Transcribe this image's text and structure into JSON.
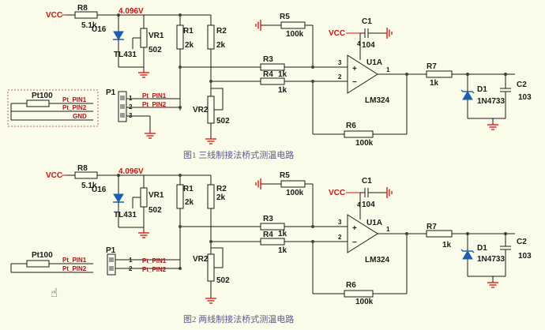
{
  "common": {
    "vcc": "VCC",
    "vref": "4.096V",
    "r8": {
      "ref": "R8",
      "val": "5.1k"
    },
    "u16": {
      "ref": "U16",
      "part": "TL431"
    },
    "vr1": {
      "ref": "VR1",
      "val": "502"
    },
    "r1": {
      "ref": "R1",
      "val": "2k"
    },
    "r2": {
      "ref": "R2",
      "val": "2k"
    },
    "vr2": {
      "ref": "VR2",
      "val": "502"
    },
    "r3": {
      "ref": "R3",
      "val": "1k"
    },
    "r4": {
      "ref": "R4",
      "val": "1k"
    },
    "r5": {
      "ref": "R5",
      "val": "100k"
    },
    "r6": {
      "ref": "R6",
      "val": "100k"
    },
    "r7": {
      "ref": "R7",
      "val": "1k"
    },
    "c1": {
      "ref": "C1",
      "val": "104"
    },
    "c2": {
      "ref": "C2",
      "val": "103"
    },
    "d1": {
      "ref": "D1",
      "part": "1N4733"
    },
    "u1": {
      "ref": "U1A",
      "part": "LM324"
    },
    "opamp_pins": {
      "plus": "3",
      "minus": "2",
      "out": "1",
      "supply": "4"
    },
    "sensor": {
      "name": "Pt100",
      "pin1": "Pt_PIN1",
      "pin2": "Pt_PIN2",
      "gnd": "GND"
    },
    "connector": {
      "ref": "P1",
      "pins": [
        "1",
        "2",
        "3"
      ]
    }
  },
  "captions": {
    "fig1": "图1  三线制接法桥式测温电路",
    "fig2": "图2  两线制接法桥式测温电路"
  },
  "colors": {
    "background": "#fbfbe9",
    "wire": "#1b1b1b",
    "label_red": "#c81414",
    "ground": "#d32020",
    "caption": "#5a5a8a"
  },
  "icons": {
    "cursor": "hand-pointer-icon"
  }
}
